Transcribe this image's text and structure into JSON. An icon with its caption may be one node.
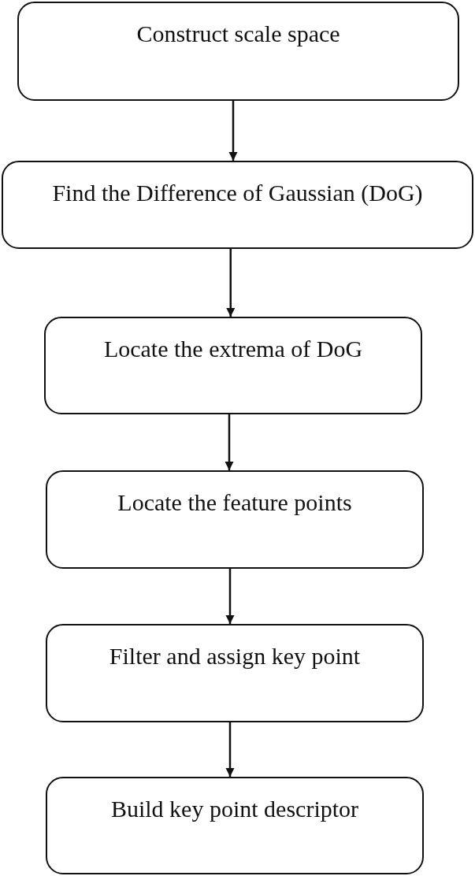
{
  "diagram": {
    "nodes": [
      {
        "text": [
          "Construct scale space"
        ]
      },
      {
        "text": [
          "Find the Difference of Gaussian (DoG)"
        ]
      },
      {
        "text": [
          "Locate the extrema of DoG"
        ]
      },
      {
        "text": [
          "Locate the feature points"
        ]
      },
      {
        "text": [
          "Filter and assign key point"
        ]
      },
      {
        "text": [
          "Build key point descriptor"
        ]
      }
    ],
    "edges": [
      {
        "from": 0,
        "to": 1,
        "arrow": "to"
      },
      {
        "from": 1,
        "to": 2,
        "arrow": "to"
      },
      {
        "from": 2,
        "to": 3,
        "arrow": "to"
      },
      {
        "from": 3,
        "to": 4,
        "arrow": "to"
      },
      {
        "from": 4,
        "to": 5,
        "arrow": "to"
      }
    ]
  }
}
